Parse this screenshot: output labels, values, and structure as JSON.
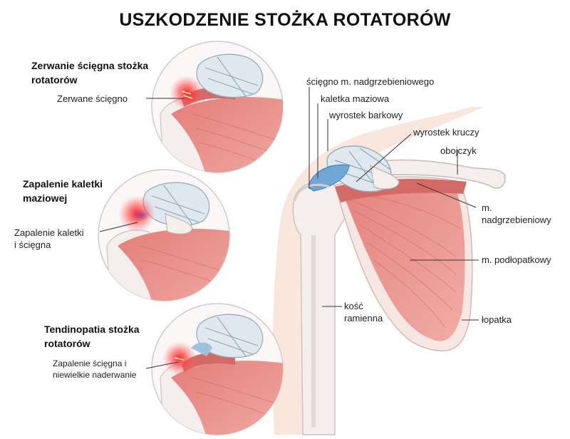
{
  "title": "USZKODZENIE STOŻKA ROTATORÓW",
  "insets": [
    {
      "heading_line1": "Zerwanie ścięgna stożka",
      "heading_line2": "rotatorów",
      "label_line1": "Zerwane ścięgno",
      "label_line2": ""
    },
    {
      "heading_line1": "Zapalenie kaletki",
      "heading_line2": "maziowej",
      "label_line1": "Zapalenie kaletki",
      "label_line2": "i ścięgna"
    },
    {
      "heading_line1": "Tendinopatia stożka",
      "heading_line2": "rotatorów",
      "label_line1": "Zapalenie ścięgna i",
      "label_line2": "niewielkie naderwanie"
    }
  ],
  "main_labels": {
    "tendon": "ścięgno m. nadgrzebieniowego",
    "bursa": "kaletka maziowa",
    "acromion": "wyrostek barkowy",
    "coracoid": "wyrostek kruczy",
    "clavicle": "obojczyk",
    "supraspinatus_line1": "m.",
    "supraspinatus_line2": "nadgrzebieniowy",
    "subscapularis": "m. podłopatkowy",
    "humerus_line1": "kość",
    "humerus_line2": "ramienna",
    "scapula": "łopatka"
  },
  "colors": {
    "muscle": "#e8928c",
    "muscle_dark": "#d46a66",
    "bone": "#f3eeec",
    "bone_edge": "#c9c4c2",
    "cartilage": "#b9d3e6",
    "bursa": "#6fa7d6",
    "inflammation": "#ff2a2a",
    "skin": "#f7dccf"
  }
}
